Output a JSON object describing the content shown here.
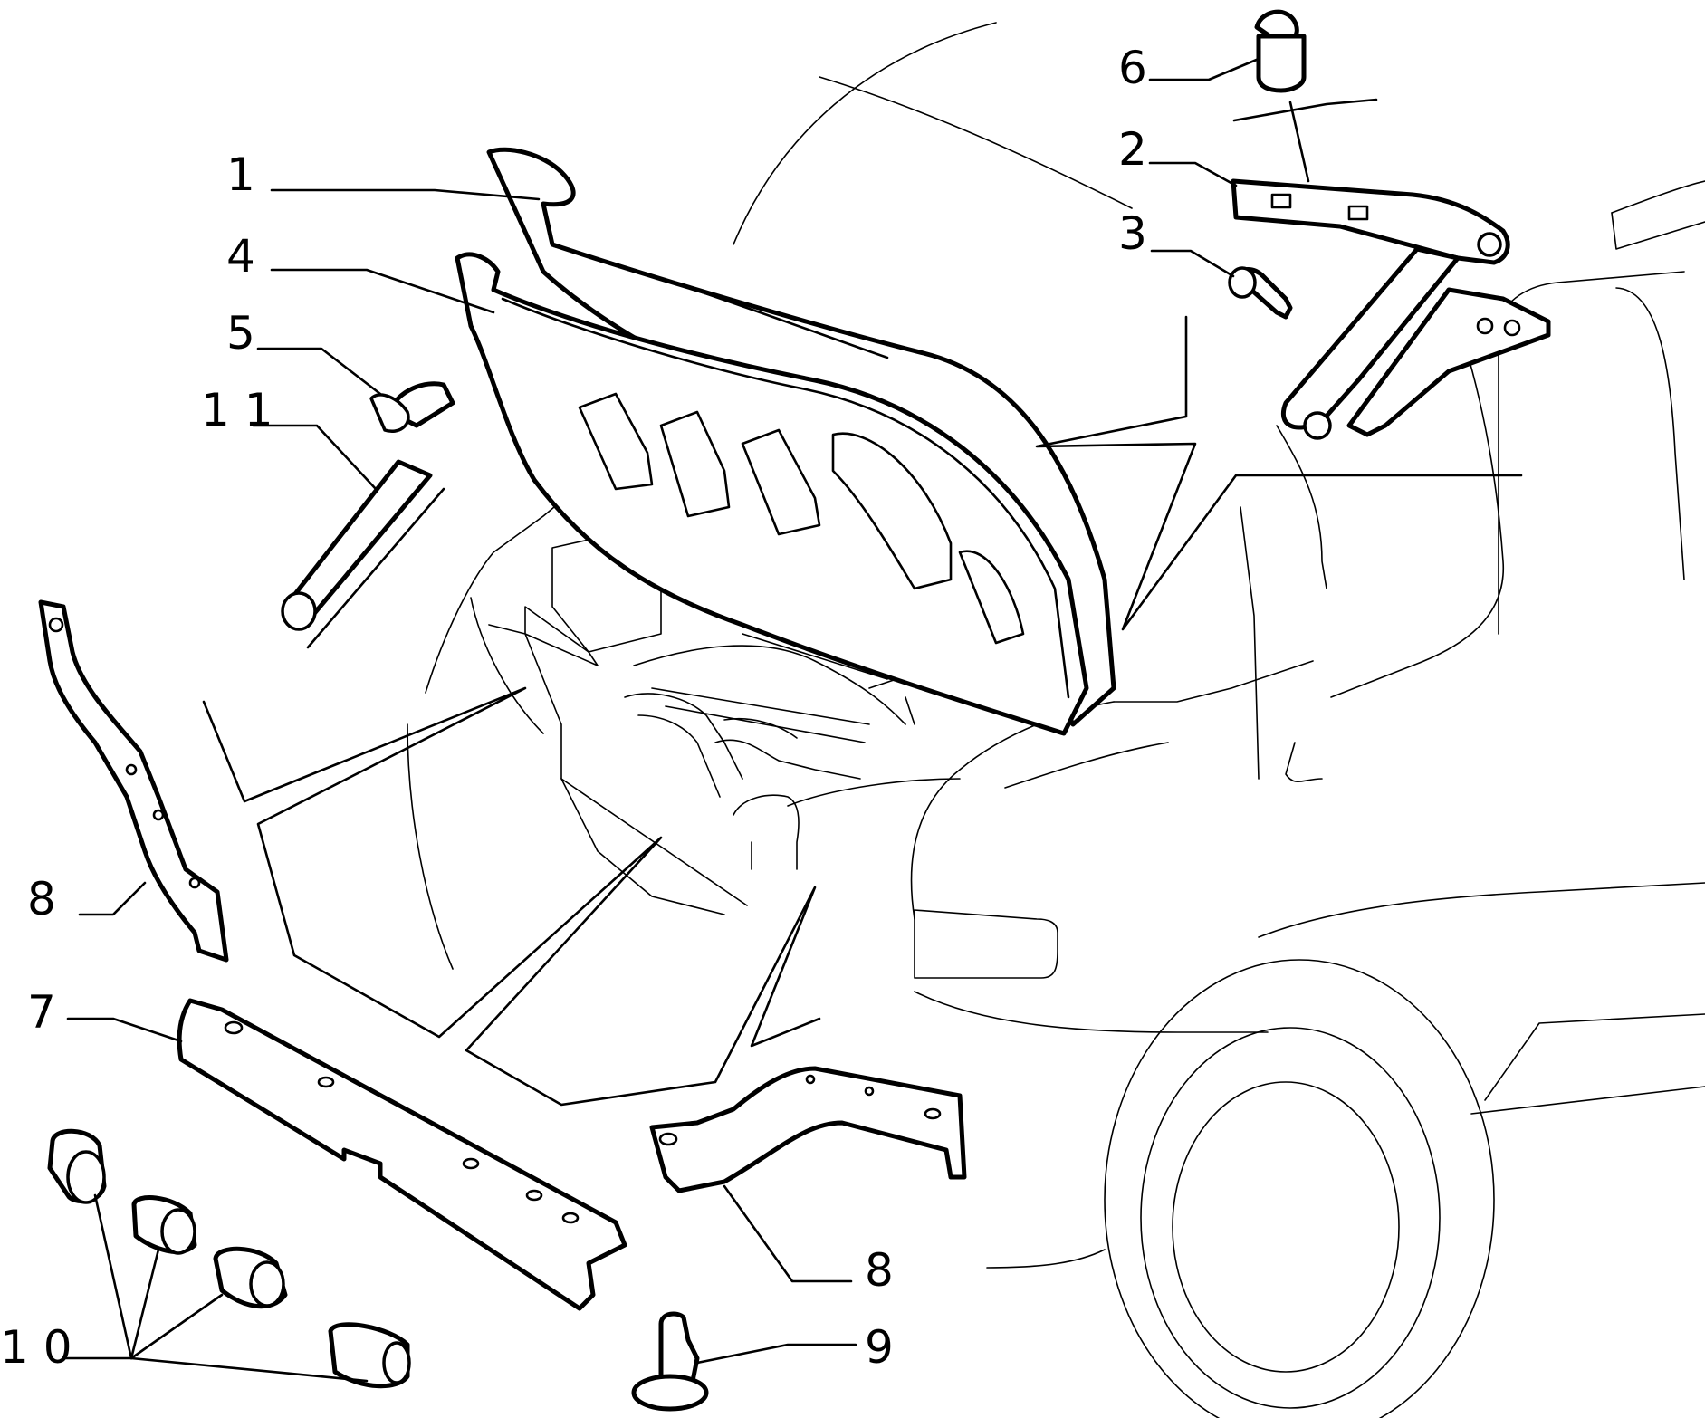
{
  "diagram": {
    "callouts": [
      {
        "id": "1",
        "label": "1"
      },
      {
        "id": "2",
        "label": "2"
      },
      {
        "id": "3",
        "label": "3"
      },
      {
        "id": "4",
        "label": "4"
      },
      {
        "id": "5",
        "label": "5"
      },
      {
        "id": "6",
        "label": "6"
      },
      {
        "id": "7",
        "label": "7"
      },
      {
        "id": "8a",
        "label": "8"
      },
      {
        "id": "8b",
        "label": "8"
      },
      {
        "id": "9",
        "label": "9"
      },
      {
        "id": "10",
        "label": "1 0"
      },
      {
        "id": "11",
        "label": "1 1"
      }
    ]
  }
}
